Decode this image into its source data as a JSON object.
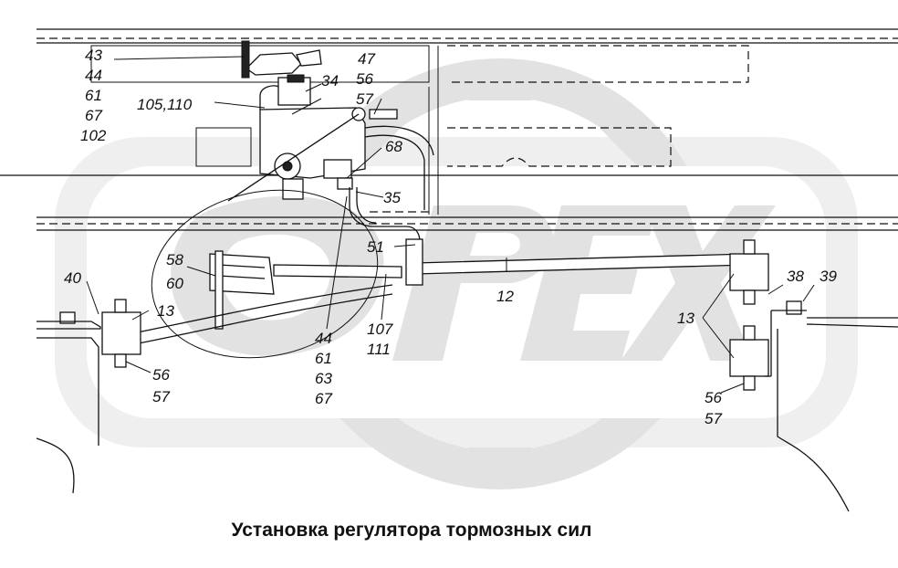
{
  "callouts": {
    "c1": "43",
    "c2": "44",
    "c3": "61",
    "c4": "67",
    "c5": "102",
    "c6": "105,110",
    "c7": "34",
    "c8": "47",
    "c9": "56",
    "c10": "57",
    "c11": "68",
    "c12": "35",
    "c13": "51",
    "c14": "58",
    "c15": "60",
    "c16": "40",
    "c17": "13",
    "c18": "56",
    "c19": "57",
    "c20": "12",
    "c21": "107",
    "c22": "111",
    "c23": "44",
    "c24": "61",
    "c25": "63",
    "c26": "67",
    "c27": "13",
    "c28": "38",
    "c29": "39",
    "c30": "56",
    "c31": "57"
  },
  "caption": "Установка регулятора тормозных сил",
  "watermark": {
    "text": "OPEX",
    "icon": "gear-icon"
  },
  "colors": {
    "line": "#111111",
    "watermark": "#e2e2e2",
    "background": "#ffffff"
  }
}
